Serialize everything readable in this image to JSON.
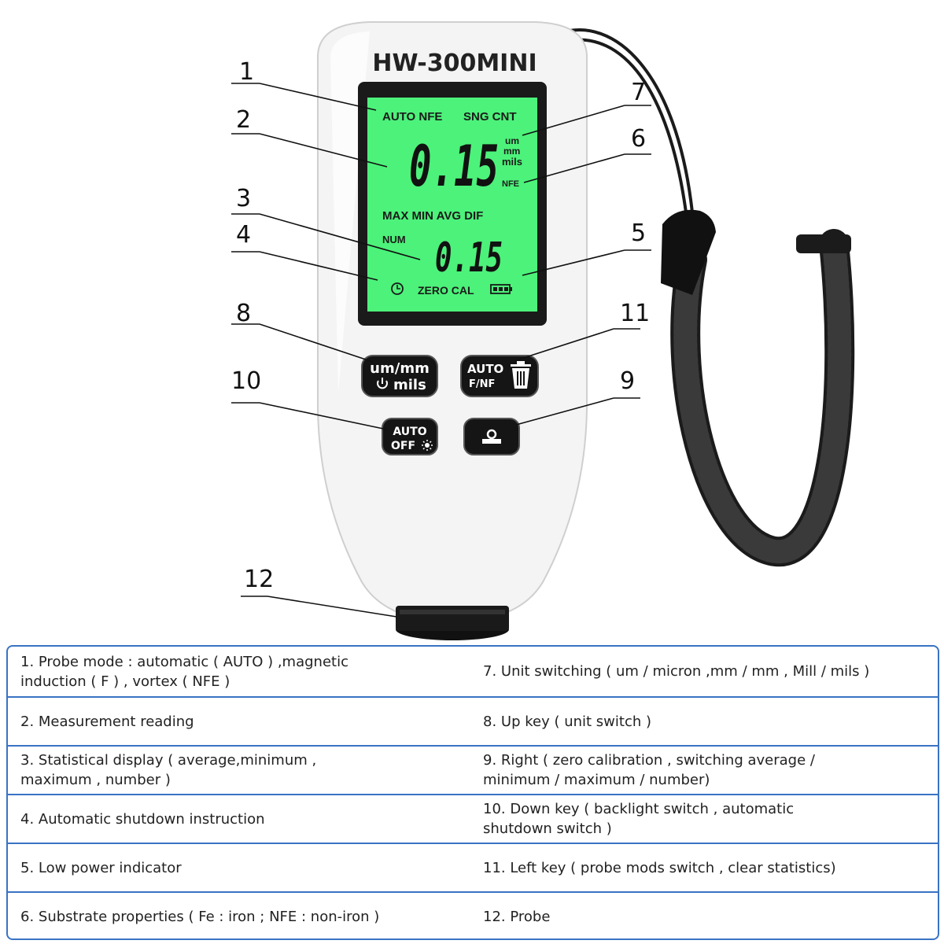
{
  "device": {
    "model": "HW-300MINI",
    "lcd": {
      "mode_top_left": "AUTO NFE",
      "mode_top_right": "SNG CNT",
      "main_reading": "0.15",
      "units": [
        "um",
        "mm",
        "mils"
      ],
      "substrate": "NFE",
      "stats_labels": "MAX MIN AVG DIF",
      "num_label": "NUM",
      "secondary_reading": "0.15",
      "status_text": "ZERO CAL"
    },
    "buttons": {
      "up_line1": "um/mm",
      "up_line2": "mils",
      "left_line1": "AUTO",
      "left_line2": "F/NF",
      "down_line1": "AUTO",
      "down_line2": "OFF"
    },
    "colors": {
      "lcd_green": "#4cf27a",
      "body": "#f4f4f4",
      "strap": "#1b1b1b",
      "legend_border": "#3a73c4"
    }
  },
  "callouts": [
    "1",
    "2",
    "3",
    "4",
    "5",
    "6",
    "7",
    "8",
    "9",
    "10",
    "11",
    "12"
  ],
  "legend": {
    "rows": [
      {
        "left": "1. Probe mode : automatic ( AUTO ) ,magnetic\n   induction ( F ) , vortex ( NFE )",
        "right": "7. Unit switching ( um / micron ,mm / mm , Mill / mils )"
      },
      {
        "left": "2. Measurement reading",
        "right": "8. Up key ( unit switch )"
      },
      {
        "left": "3. Statistical display ( average,minimum ,\n   maximum , number )",
        "right": "9. Right ( zero calibration , switching average /\n   minimum / maximum / number)"
      },
      {
        "left": "4. Automatic shutdown instruction",
        "right": "10. Down key ( backlight switch , automatic\n     shutdown switch )"
      },
      {
        "left": "5. Low power indicator",
        "right": "11. Left key ( probe mods switch , clear statistics)"
      },
      {
        "left": "6. Substrate properties ( Fe : iron ; NFE : non-iron )",
        "right": "12. Probe"
      }
    ]
  }
}
